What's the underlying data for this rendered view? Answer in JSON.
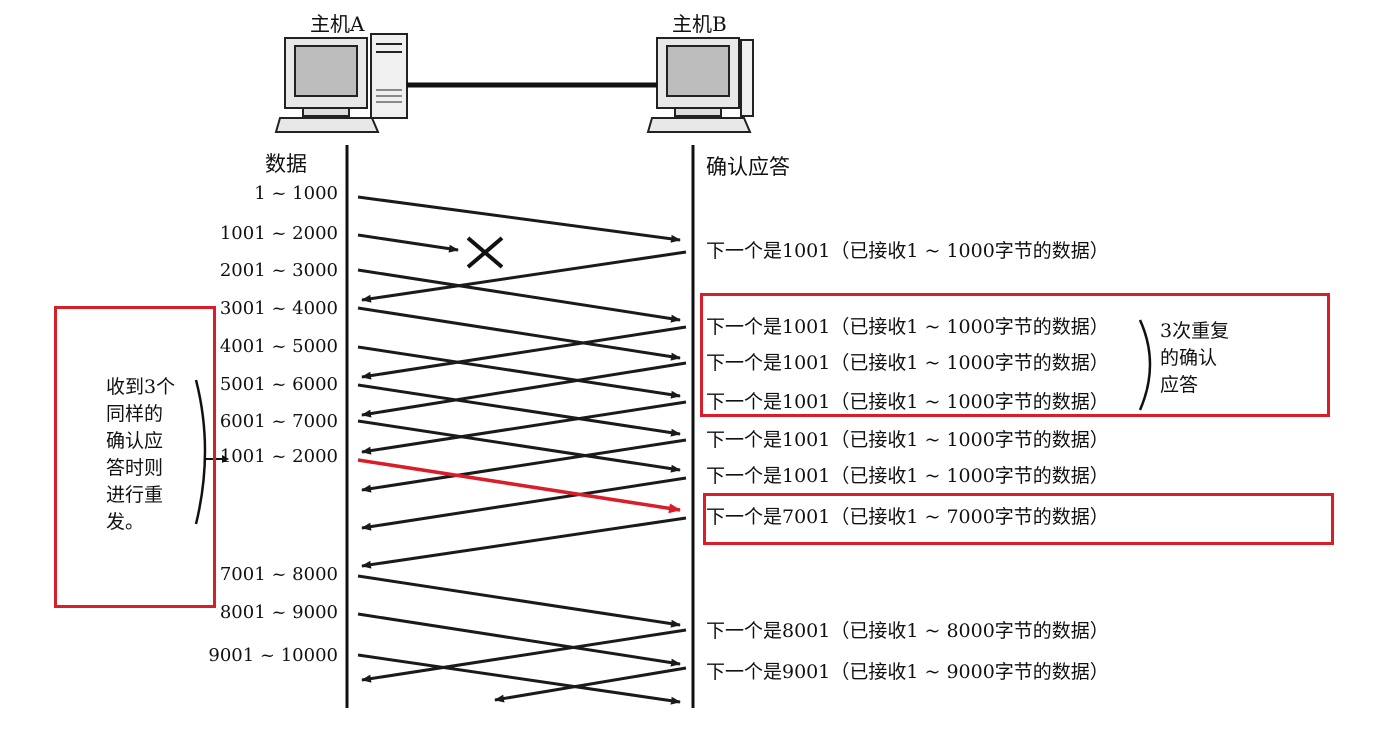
{
  "hosts": {
    "a_label": "主机A",
    "b_label": "主机B"
  },
  "columns": {
    "sender_header": "数据",
    "receiver_header": "确认应答"
  },
  "segments": [
    "1 ~ 1000",
    "1001 ~ 2000",
    "2001 ~ 3000",
    "3001 ~ 4000",
    "4001 ~ 5000",
    "5001 ~ 6000",
    "6001 ~ 7000",
    "1001 ~ 2000",
    "7001 ~ 8000",
    "8001 ~ 9000",
    "9001 ~ 10000"
  ],
  "acks": [
    "下一个是1001（已接收1 ~ 1000字节的数据）",
    "下一个是1001（已接收1 ~ 1000字节的数据）",
    "下一个是1001（已接收1 ~ 1000字节的数据）",
    "下一个是1001（已接收1 ~ 1000字节的数据）",
    "下一个是1001（已接收1 ~ 1000字节的数据）",
    "下一个是1001（已接收1 ~ 1000字节的数据）",
    "下一个是7001（已接收1 ~ 7000字节的数据）",
    "下一个是8001（已接收1 ~ 8000字节的数据）",
    "下一个是9001（已接收1 ~ 9000字节的数据）"
  ],
  "duplicate_note": [
    "3次重复",
    "的确认",
    "应答"
  ],
  "retransmit_note": [
    "收到3个",
    "同样的",
    "确认应",
    "答时则",
    "进行重",
    "发。"
  ],
  "colors": {
    "highlight": "#d81e28",
    "line": "#1a1a1a"
  },
  "icons": [
    "computer-icon",
    "lost-packet-icon"
  ]
}
